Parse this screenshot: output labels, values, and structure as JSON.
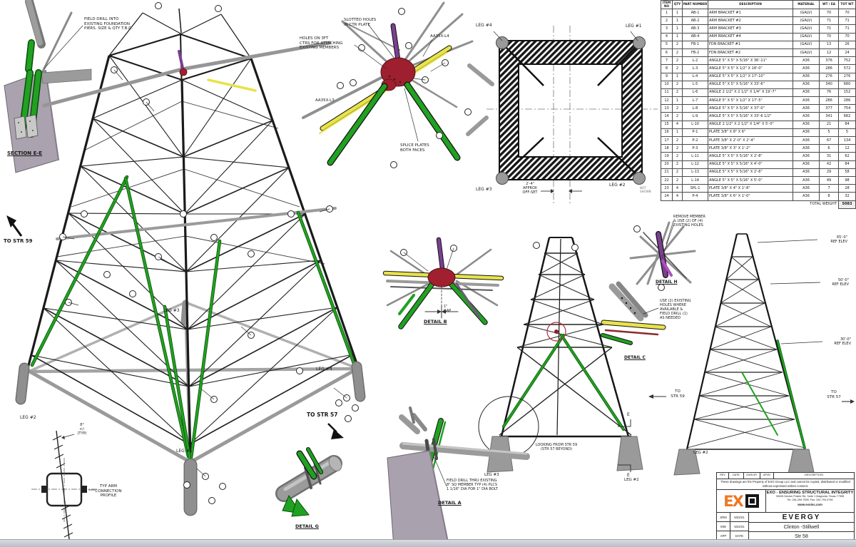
{
  "drawing": {
    "section_ee": {
      "label": "SECTION E-E",
      "note": "FIELD DRILL INTO\nEXISTING FOUNDATION\nPIERS. SIZE & QTY T.B.D."
    },
    "main_view": {
      "to_str_59": "TO STR 59",
      "to_str_57": "TO STR 57",
      "leg1": "LEG #1",
      "leg2": "LEG #2",
      "leg3": "LEG #3",
      "leg4": "LEG #4"
    },
    "arm_detail": {
      "note_slotted": "SLOTTED HOLES\nIN CTR PLATE",
      "note_holes": "HOLES ON 3FT\nCTRS FOR ATTACHING\nEXISTING MEMBERS",
      "note_splice": "SPLICE PLATES\nBOTH FACES",
      "label_l4": "AA35X-L4",
      "label_l3": "AA35X-L3"
    },
    "plan_view": {
      "leg1": "LEG #1",
      "leg2": "LEG #2",
      "leg3": "LEG #3",
      "leg4": "LEG #4",
      "offset": "2'-4\"\nAPPROX\nOFF-SET",
      "not_shown": "NOT\nSHOWN"
    },
    "detail_b": {
      "label": "DETAIL B",
      "gap": "1\"\nGAP"
    },
    "detail_h": {
      "label": "DETAIL H",
      "note": "REMOVE MEMBER\n& USE (2) OF (4)\nEXISTING HOLES"
    },
    "detail_c": {
      "label": "DETAIL C",
      "note": "USE (2) EXISTING\nHOLES WHERE\nAVAILABLE &\nFIELD DRILL (1)\nAS NEEDED"
    },
    "detail_g": {
      "label": "DETAIL G"
    },
    "detail_a": {
      "label": "DETAIL A",
      "note": "FIELD DRILL THRU EXISTING\n8\" SQ MEMBER TYP (4) PLCS\n1 1/16\" DIA FOR 1\" DIA BOLT"
    },
    "center_elev": {
      "caption": "LOOKING FROM STR 59\n(STR 57 BEYOND)",
      "leg3": "LEG #3",
      "leg2": "LEG #2",
      "to_str": "TO\nSTR 59",
      "section_mark": "E"
    },
    "right_elev": {
      "elev65": "65'-0\"\nREF ELEV",
      "elev50": "50'-0\"\nREF ELEV",
      "elev30": "30'-0\"\nREF ELEV",
      "to_str": "TO\nSTR 57",
      "leg2": "LEG #2"
    },
    "arm_profile": {
      "label": "TYP ARM\nCONNECTION\nPROFILE",
      "angle_note": "8°\n+/-\n(TYP)"
    }
  },
  "bom": {
    "headers": [
      "ITEM NO",
      "QTY",
      "PART NUMBER",
      "DESCRIPTION",
      "MATERIAL",
      "WT / EA",
      "TOT WT"
    ],
    "rows": [
      [
        "1",
        "1",
        "AB-1",
        "ARM BRACKET #1",
        "(GALV)",
        "70",
        "70"
      ],
      [
        "2",
        "1",
        "AB-2",
        "ARM BRACKET #2",
        "(GALV)",
        "71",
        "71"
      ],
      [
        "3",
        "1",
        "AB-3",
        "ARM BRACKET #3",
        "(GALV)",
        "71",
        "71"
      ],
      [
        "4",
        "1",
        "AB-4",
        "ARM BRACKET #4",
        "(GALV)",
        "70",
        "70"
      ],
      [
        "5",
        "2",
        "FB-1",
        "FDN BRACKET #1",
        "(GALV)",
        "13",
        "26"
      ],
      [
        "6",
        "2",
        "FB-2",
        "FDN BRACKET #2",
        "(GALV)",
        "12",
        "24"
      ],
      [
        "7",
        "2",
        "L-2",
        "ANGLE 5\" X 5\" X 5/16\" X 36'-11\"",
        "A36",
        "376",
        "752"
      ],
      [
        "8",
        "2",
        "L-3",
        "ANGLE 5\" X 5\" X 1/2\" X 18'-0\"",
        "A36",
        "286",
        "572"
      ],
      [
        "9",
        "1",
        "L-4",
        "ANGLE 5\" X 5\" X 1/2\" X 17'-10\"",
        "A36",
        "276",
        "276"
      ],
      [
        "10",
        "2",
        "L-5",
        "ANGLE 5\" X 5\" X 5/16\" X 33'-6\"",
        "A36",
        "340",
        "680"
      ],
      [
        "11",
        "2",
        "L-6",
        "ANGLE 2 1/2\" X 2 1/2\" X 1/4\" X 19'-7\"",
        "A36",
        "76",
        "152"
      ],
      [
        "12",
        "1",
        "L-7",
        "ANGLE 5\" X 5\" X 1/2\" X 17'-5\"",
        "A36",
        "286",
        "286"
      ],
      [
        "13",
        "2",
        "L-8",
        "ANGLE 5\" X 5\" X 5/16\" X 37'-0\"",
        "A36",
        "377",
        "754"
      ],
      [
        "14",
        "2",
        "L-9",
        "ANGLE 5\" X 5\" X 5/16\" X 33'-6 1/2\"",
        "A36",
        "341",
        "682"
      ],
      [
        "15",
        "4",
        "L-10",
        "ANGLE 2 1/2\" X 2 1/2\" X 1/4\" X 5'-0\"",
        "A36",
        "21",
        "84"
      ],
      [
        "16",
        "1",
        "P-1",
        "PLATE 3/8\" X 8\" X 6\"",
        "A36",
        "5",
        "5"
      ],
      [
        "17",
        "2",
        "P-2",
        "PLATE 3/8\" X 2'-0\" X 2'-4\"",
        "A36",
        "67",
        "134"
      ],
      [
        "18",
        "2",
        "P-3",
        "PLATE 3/8\" X 3\" X 1'-2\"",
        "A36",
        "6",
        "12"
      ],
      [
        "19",
        "2",
        "L-11",
        "ANGLE 5\" X 5\" X 5/16\" X 2'-8\"",
        "A36",
        "31",
        "62"
      ],
      [
        "20",
        "2",
        "L-12",
        "ANGLE 5\" X 5\" X 5/16\" X 4'-0\"",
        "A36",
        "42",
        "84"
      ],
      [
        "21",
        "2",
        "L-13",
        "ANGLE 5\" X 5\" X 5/16\" X 2'-6\"",
        "A36",
        "29",
        "58"
      ],
      [
        "22",
        "2",
        "L-14",
        "ANGLE 5\" X 5\" X 5/16\" X 5'-0\"",
        "A36",
        "49",
        "98"
      ],
      [
        "23",
        "4",
        "SPL-1",
        "PLATE 3/8\" X 4\" X 1'-8\"",
        "A36",
        "7",
        "28"
      ],
      [
        "24",
        "4",
        "P-4",
        "PLATE 3/8\" X 6\" X 1'-0\"",
        "A36",
        "8",
        "32"
      ]
    ],
    "total_label": "TOTAL WEIGHT",
    "total_value": "5083"
  },
  "title_block": {
    "rev_headers": [
      "REV",
      "DATE",
      "DWN BY",
      "APVD",
      "DESCRIPTION"
    ],
    "disclaimer": "These drawings are the Property of EXO Group LLC and cannot be copied, distributed or modified without expressed written consent.",
    "logo_ex": "EX",
    "company_bold": "EXO",
    "company_rest": " - ENSURING STRUCTURAL INTEGRITY",
    "address": "33026 Decker Prairie Rd, Suite 1 Magnolia, Texas 77355",
    "phone": "Tel: 281.259.7555, Fax: 281.793.4796",
    "website": "www.exoinc.com",
    "drawn_by": "SRM",
    "drawn_date": "5/22/21",
    "checked_by": "MW",
    "checked_date": "5/24/21",
    "approved_by": "APP",
    "approved_date": "DATE",
    "client": "EVERGY",
    "project": "Clinton -Stillwell",
    "structure": "Str 58"
  },
  "colors": {
    "member_green": "#1f9b1f",
    "member_yellow": "#e8e34a",
    "member_purple": "#7b3f92",
    "hub_red": "#a02030",
    "steel_gray": "#9a9a9a",
    "logo_orange": "#ee7623"
  }
}
